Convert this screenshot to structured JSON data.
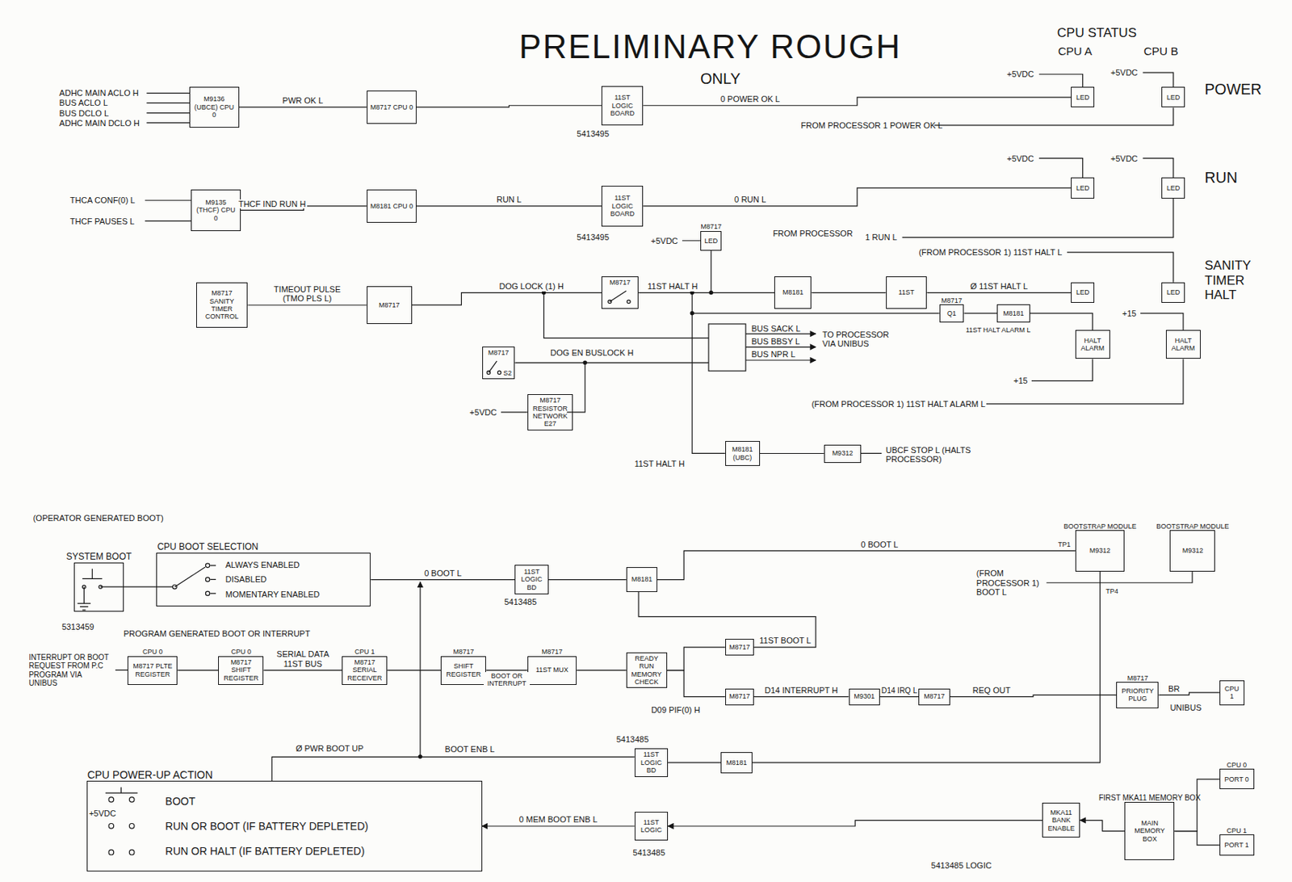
{
  "diagram": {
    "title": "PRELIMINARY ROUGH",
    "nodes": [
      {
        "text": [
          "M9136 (UBCE) CPU 0"
        ]
      },
      {
        "text": [
          "M8717 CPU 0"
        ]
      },
      {
        "text": [
          "11ST LOGIC BOARD"
        ]
      },
      {
        "text": [
          "LED"
        ]
      },
      {
        "text": [
          "LED"
        ]
      },
      {
        "text": [
          "M9135 (THCF) CPU 0"
        ]
      },
      {
        "text": [
          "M8181 CPU 0"
        ]
      },
      {
        "text": [
          "11ST LOGIC BOARD"
        ]
      },
      {
        "text": [
          "LED"
        ]
      },
      {
        "text": [
          "LED"
        ]
      },
      {
        "text": [
          "M8717",
          "LED"
        ]
      },
      {
        "text": [
          "M8717 SANITY TIMER CONTROL"
        ]
      },
      {
        "text": [
          "M8717"
        ]
      },
      {
        "text": [
          "M8717"
        ]
      },
      {
        "text": [
          "M8181"
        ]
      },
      {
        "text": [
          "11ST"
        ]
      },
      {
        "text": [
          "LED"
        ]
      },
      {
        "text": [
          "LED"
        ]
      },
      {
        "text": [
          "M8717"
        ]
      },
      {
        "text": [
          "M8717 RESISTOR NETWORK E27"
        ]
      },
      {
        "text": [
          "M8717",
          "Q1"
        ]
      },
      {
        "text": [
          "M8181"
        ]
      },
      {
        "text": [
          "HALT ALARM"
        ]
      },
      {
        "text": [
          "HALT ALARM"
        ]
      },
      {
        "text": [
          "M8181 (UBC)"
        ]
      },
      {
        "text": [
          "M9312"
        ]
      },
      {
        "text": [
          "SYSTEM BOOT"
        ]
      },
      {
        "text": [
          "CPU BOOT SELECTION",
          "ALWAYS ENABLED",
          "DISABLED",
          "MOMENTARY ENABLED"
        ]
      },
      {
        "text": [
          "11ST LOGIC BD"
        ]
      },
      {
        "text": [
          "M8181"
        ]
      },
      {
        "text": [
          "BOOTSTRAP MODULE",
          "M9312"
        ]
      },
      {
        "text": [
          "BOOTSTRAP MODULE",
          "M9312"
        ]
      },
      {
        "text": [
          "CPU 0",
          "M8717 PLTE REGISTER"
        ]
      },
      {
        "text": [
          "CPU 0",
          "M8717 SHIFT REGISTER"
        ]
      },
      {
        "text": [
          "CPU 1",
          "M8717 SERIAL RECEIVER"
        ]
      },
      {
        "text": [
          "M8717",
          "SHIFT REGISTER"
        ]
      },
      {
        "text": [
          "M8717",
          "11ST MUX"
        ]
      },
      {
        "text": [
          "READY RUN MEMORY CHECK"
        ]
      },
      {
        "text": [
          "M8717"
        ]
      },
      {
        "text": [
          "M8717"
        ]
      },
      {
        "text": [
          "M9301"
        ]
      },
      {
        "text": [
          "M8717"
        ]
      },
      {
        "text": [
          "M8717",
          "PRIORITY PLUG"
        ]
      },
      {
        "text": [
          "CPU 1"
        ]
      },
      {
        "text": [
          "CPU POWER-UP ACTION",
          "BOOT",
          "RUN OR BOOT (IF BATTERY DEPLETED)",
          "RUN OR HALT (IF BATTERY DEPLETED)"
        ]
      },
      {
        "text": [
          "11ST LOGIC BD"
        ]
      },
      {
        "text": [
          "M8181"
        ]
      },
      {
        "text": [
          "11ST LOGIC"
        ]
      },
      {
        "text": [
          "MKA11 BANK ENABLE"
        ]
      },
      {
        "text": [
          "FIRST MKA11 MEMORY BOX",
          "MAIN MEMORY BOX"
        ]
      },
      {
        "text": [
          "CPU 0",
          "PORT 0"
        ]
      },
      {
        "text": [
          "CPU 1",
          "PORT 1"
        ]
      }
    ],
    "edges": [
      {
        "from": 0,
        "to": 1,
        "arrow": "none",
        "label": "PWR OK L"
      },
      {
        "from": 1,
        "to": 2,
        "arrow": "none"
      },
      {
        "from": 2,
        "to": 3,
        "arrow": "none",
        "label": "0 POWER OK L"
      },
      {
        "from": 5,
        "to": 6,
        "arrow": "none",
        "label": "THCF IND RUN H"
      },
      {
        "from": 6,
        "to": 7,
        "arrow": "none",
        "label": "RUN L"
      },
      {
        "from": 7,
        "to": 8,
        "arrow": "none",
        "label": "0 RUN L"
      },
      {
        "from": 11,
        "to": 12,
        "arrow": "none",
        "label": "TIMEOUT PULSE (TMO PLS L)"
      },
      {
        "from": 12,
        "to": 13,
        "arrow": "none",
        "label": "DOG LOCK (1) H"
      },
      {
        "from": 13,
        "to": 14,
        "arrow": "none",
        "label": "11ST HALT H"
      },
      {
        "from": 14,
        "to": 15,
        "arrow": "none"
      },
      {
        "from": 15,
        "to": 16,
        "arrow": "none",
        "label": "Ø 11ST HALT L"
      },
      {
        "from": 20,
        "to": 21,
        "arrow": "none"
      },
      {
        "from": 21,
        "to": 22,
        "arrow": "none"
      },
      {
        "from": 24,
        "to": 25,
        "arrow": "none"
      },
      {
        "from": 27,
        "to": 28,
        "arrow": "none",
        "label": "0 BOOT L"
      },
      {
        "from": 28,
        "to": 29,
        "arrow": "none"
      },
      {
        "from": 29,
        "to": 30,
        "arrow": "none",
        "label": "0 BOOT L"
      },
      {
        "from": 32,
        "to": 33,
        "arrow": "none"
      },
      {
        "from": 33,
        "to": 34,
        "arrow": "none",
        "label": "SERIAL DATA 11ST BUS"
      },
      {
        "from": 34,
        "to": 35,
        "arrow": "none"
      },
      {
        "from": 35,
        "to": 36,
        "arrow": "none",
        "label": "BOOT OR INTERRUPT"
      },
      {
        "from": 36,
        "to": 37,
        "arrow": "none"
      },
      {
        "from": 37,
        "to": 38,
        "arrow": "none"
      },
      {
        "from": 38,
        "to": 29,
        "arrow": "none",
        "label": "11ST BOOT L"
      },
      {
        "from": 37,
        "to": 39,
        "arrow": "none",
        "label": "D09 PIF(0) H"
      },
      {
        "from": 39,
        "to": 40,
        "arrow": "none",
        "label": "D14 INTERRUPT H"
      },
      {
        "from": 40,
        "to": 41,
        "arrow": "none",
        "label": "D14 IRQ L"
      },
      {
        "from": 41,
        "to": 42,
        "arrow": "none",
        "label": "REQ OUT"
      },
      {
        "from": 42,
        "to": 43,
        "arrow": "none",
        "label": "BR"
      },
      {
        "from": 44,
        "to": 45,
        "arrow": "none",
        "label": "Ø PWR BOOT UP"
      },
      {
        "from": 45,
        "to": 46,
        "arrow": "none"
      },
      {
        "from": 46,
        "to": 30,
        "arrow": "none"
      },
      {
        "from": 49,
        "to": 48,
        "arrow": "to"
      },
      {
        "from": 48,
        "to": 47,
        "arrow": "to"
      },
      {
        "from": 47,
        "to": 44,
        "arrow": "to",
        "label": "0 MEM BOOT ENB L"
      },
      {
        "from": 49,
        "to": 50,
        "arrow": "none"
      },
      {
        "from": 49,
        "to": 51,
        "arrow": "none"
      }
    ],
    "labels": [
      "ONLY",
      "CPU STATUS",
      "CPU A",
      "CPU B",
      "POWER",
      "RUN",
      "SANITY TIMER HALT",
      "+5VDC",
      "+5VDC",
      "ADHC MAIN ACLO H",
      "BUS ACLO L",
      "BUS DCLO L",
      "ADHC MAIN DCLO H",
      "5413495",
      "FROM PROCESSOR 1 POWER OK L",
      "+5VDC",
      "+5VDC",
      "THCA CONF(0) L",
      "THCF PAUSES L",
      "5413495",
      "+5VDC",
      "FROM PROCESSOR",
      "1 RUN L",
      "(FROM PROCESSOR 1) 11ST HALT L",
      "11ST HALT ALARM L",
      "S2",
      "DOG EN BUSLOCK H",
      "+5VDC",
      "BUS SACK L",
      "BUS BBSY L",
      "BUS NPR L",
      "TO PROCESSOR VIA UNIBUS",
      "+15",
      "+15",
      "(FROM PROCESSOR 1) 11ST HALT ALARM L",
      "11ST HALT H",
      "UBCF STOP L (HALTS PROCESSOR)",
      "(OPERATOR GENERATED BOOT)",
      "5313459",
      "5413485",
      "TP1",
      "TP4",
      "(FROM PROCESSOR 1) BOOT L",
      "PROGRAM GENERATED BOOT OR INTERRUPT",
      "INTERRUPT OR BOOT REQUEST FROM P.C PROGRAM VIA UNIBUS",
      "UNIBUS",
      "BOOT ENB L",
      "5413485",
      "+5VDC",
      "5413485",
      "5413485 LOGIC"
    ]
  }
}
